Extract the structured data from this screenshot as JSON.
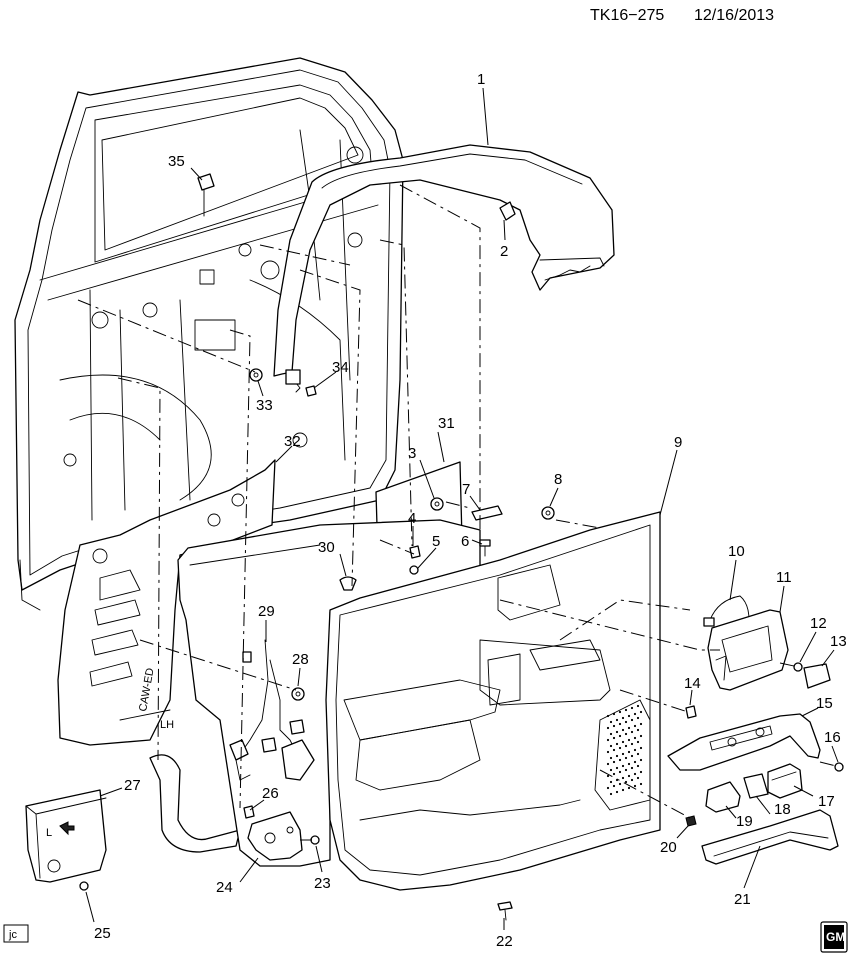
{
  "header": {
    "diagram_id": "TK16−275",
    "date": "12/16/2013"
  },
  "footer": {
    "artist_initials": "jc",
    "logo_text": "GM"
  },
  "callouts": [
    "1",
    "2",
    "3",
    "4",
    "5",
    "6",
    "7",
    "8",
    "9",
    "10",
    "11",
    "12",
    "13",
    "14",
    "15",
    "16",
    "17",
    "18",
    "19",
    "20",
    "21",
    "22",
    "23",
    "24",
    "25",
    "26",
    "27",
    "28",
    "29",
    "30",
    "31",
    "32",
    "33",
    "34",
    "35"
  ]
}
